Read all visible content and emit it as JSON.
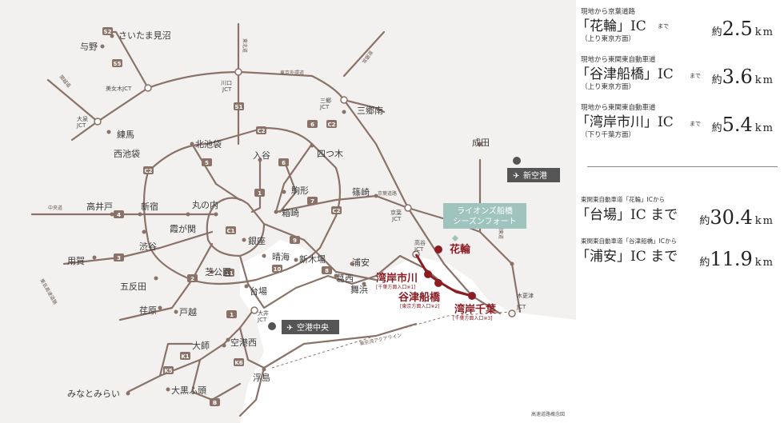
{
  "map": {
    "footnote": "高速道路概念図",
    "property": {
      "label_line1": "ライオンズ船橋",
      "label_line2": "シーズンフォート"
    },
    "airports": [
      {
        "label": "新空港",
        "icon": "airplane-icon"
      },
      {
        "label": "空港中央",
        "icon": "airplane-icon"
      }
    ],
    "highlight_ics": [
      {
        "name": "花輪",
        "note": ""
      },
      {
        "name": "湾岸市川",
        "note": "[千葉方面入口※1]"
      },
      {
        "name": "谷津船橋",
        "note": "[東京方面入口※2]"
      },
      {
        "name": "湾岸千葉",
        "note": "[千葉方面入口※3]"
      }
    ],
    "places": [
      "さいたま見沼",
      "与野",
      "美女木JCT",
      "大泉",
      "JCT",
      "練馬",
      "川口",
      "JCT",
      "三郷",
      "JCT",
      "三郷南",
      "成田",
      "西池袋",
      "北池袋",
      "入谷",
      "四つ木",
      "高井戸",
      "新宿",
      "丸の内",
      "箱崎",
      "駒形",
      "篠崎",
      "京葉",
      "JCT",
      "霞が関",
      "渋谷",
      "銀座",
      "晴海",
      "新木場",
      "浦安",
      "葛西",
      "舞浜",
      "用賀",
      "五反田",
      "芝公園",
      "台場",
      "荏原",
      "戸越",
      "大井",
      "JCT",
      "大師",
      "空港西",
      "みなとみらい",
      "大黒ふ頭",
      "浮島",
      "高谷",
      "JCT",
      "木更津",
      "JCT"
    ],
    "route_names": [
      "東北道",
      "常磐道",
      "東京外環道",
      "関越道",
      "中央道",
      "東名高速道路",
      "京葉道路",
      "東関東道",
      "東京湾アクアライン"
    ],
    "route_badges": [
      "S2",
      "S5",
      "S1",
      "C2",
      "6",
      "5",
      "1",
      "7",
      "6",
      "C2",
      "4",
      "C1",
      "9",
      "8",
      "3",
      "2",
      "11",
      "10",
      "1",
      "K1",
      "K5",
      "K6",
      "B",
      "C2",
      "C2"
    ]
  },
  "distances": {
    "ic_access": [
      {
        "route": "現地から京葉道路",
        "ic": "「花輪」IC",
        "made": "まで",
        "direction": "（上り東京方面）",
        "yaku": "約",
        "km": "2.5",
        "unit": "km"
      },
      {
        "route": "現地から東関東自動車道",
        "ic": "「谷津船橋」IC",
        "made": "まで",
        "direction": "（上り東京方面）",
        "yaku": "約",
        "km": "3.6",
        "unit": "km"
      },
      {
        "route": "現地から東関東自動車道",
        "ic": "「湾岸市川」IC",
        "made": "まで",
        "direction": "（下り千葉方面）",
        "yaku": "約",
        "km": "5.4",
        "unit": "km"
      }
    ],
    "destinations": [
      {
        "route": "東関東自動車道「花輪」ICから",
        "dest": "「台場」IC まで",
        "yaku": "約",
        "km": "30.4",
        "unit": "km"
      },
      {
        "route": "東関東自動車道「谷津船橋」ICから",
        "dest": "「浦安」IC まで",
        "yaku": "約",
        "km": "11.9",
        "unit": "km"
      }
    ]
  },
  "colors": {
    "road": "#8a7268",
    "accent": "#8a1c22",
    "property_box": "#9fc3bd",
    "airport_box": "#555555",
    "water": "#f3f1ef"
  }
}
